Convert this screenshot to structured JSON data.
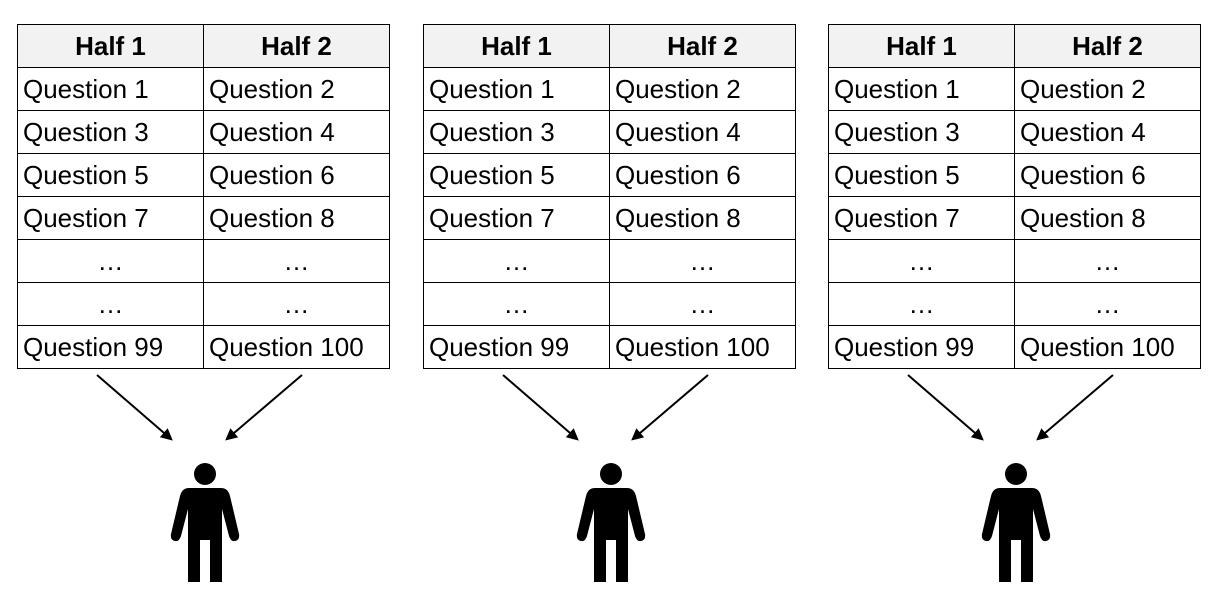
{
  "panels": [
    {
      "headers": [
        "Half 1",
        "Half 2"
      ],
      "rows": [
        [
          "Question 1",
          "Question 2"
        ],
        [
          "Question 3",
          "Question 4"
        ],
        [
          "Question 5",
          "Question 6"
        ],
        [
          "Question 7",
          "Question 8"
        ],
        [
          "…",
          "…"
        ],
        [
          "…",
          "…"
        ],
        [
          "Question 99",
          "Question 100"
        ]
      ],
      "icon": "person-icon"
    },
    {
      "headers": [
        "Half 1",
        "Half 2"
      ],
      "rows": [
        [
          "Question 1",
          "Question 2"
        ],
        [
          "Question 3",
          "Question 4"
        ],
        [
          "Question 5",
          "Question 6"
        ],
        [
          "Question 7",
          "Question 8"
        ],
        [
          "…",
          "…"
        ],
        [
          "…",
          "…"
        ],
        [
          "Question 99",
          "Question 100"
        ]
      ],
      "icon": "person-icon"
    },
    {
      "headers": [
        "Half 1",
        "Half 2"
      ],
      "rows": [
        [
          "Question 1",
          "Question 2"
        ],
        [
          "Question 3",
          "Question 4"
        ],
        [
          "Question 5",
          "Question 6"
        ],
        [
          "Question 7",
          "Question 8"
        ],
        [
          "…",
          "…"
        ],
        [
          "…",
          "…"
        ],
        [
          "Question 99",
          "Question 100"
        ]
      ],
      "icon": "person-icon"
    }
  ],
  "colors": {
    "header_background": "#f2f2f2",
    "lines": "#000000",
    "person": "#000000"
  }
}
